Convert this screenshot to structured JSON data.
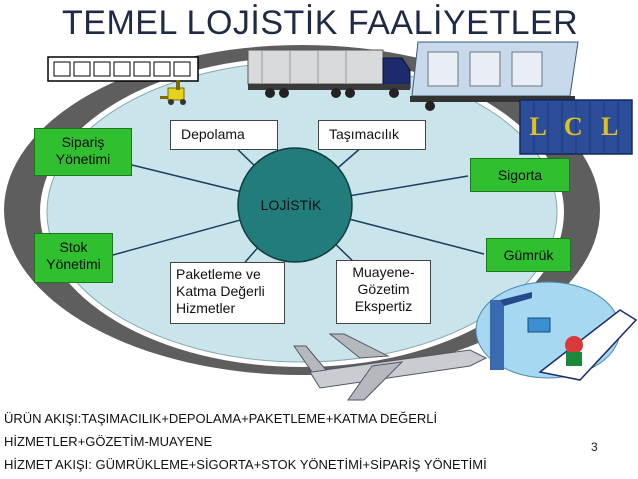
{
  "title": "TEMEL LOJİSTİK FAALİYETLER",
  "center": "LOJİSTİK",
  "inner_boxes": {
    "storage": "Depolama",
    "transport": "Taşımacılık",
    "packaging": [
      "Paketleme ve",
      "Katma Değerli",
      "Hizmetler"
    ],
    "inspection": [
      "Muayene-",
      "Gözetim",
      "Ekspertiz"
    ]
  },
  "outer_boxes": {
    "order_management": [
      "Sipariş",
      "Yönetimi"
    ],
    "stock_management": [
      "Stok",
      "Yönetimi"
    ],
    "insurance": "Sigorta",
    "customs": "Gümrük"
  },
  "container_label": "L C L",
  "flows": [
    "ÜRÜN AKIŞI:TAŞIMACILIK+DEPOLAMA+PAKETLEME+KATMA DEĞERLİ",
    "HİZMETLER+GÖZETİM-MUAYENE",
    "HİZMET AKIŞI: GÜMRÜKLEME+SİGORTA+STOK YÖNETİMİ+SİPARİŞ YÖNETİMİ"
  ],
  "page_number": "3",
  "colors": {
    "outer_ring": "#5e5e5e",
    "inner_ring": "#c9e4ea",
    "center": "#237c7c",
    "green_box": "#2fbf2f"
  }
}
